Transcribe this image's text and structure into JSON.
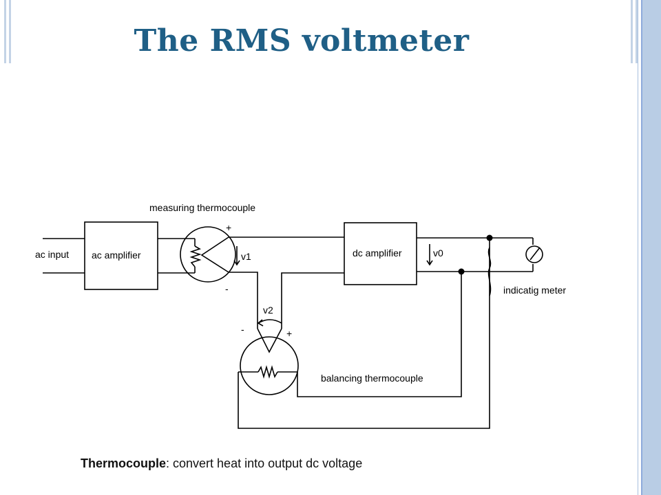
{
  "slide": {
    "title": "The RMS voltmeter",
    "caption_term": "Thermocouple",
    "caption_text": ": convert heat into output dc voltage"
  },
  "diagram": {
    "labels": {
      "ac_input": "ac input",
      "ac_amplifier": "ac amplifier",
      "measuring_thermocouple": "measuring thermocouple",
      "v1": "v1",
      "dc_amplifier": "dc amplifier",
      "v0": "v0",
      "v2": "v2",
      "indicating_meter": "indicatig meter",
      "balancing_thermocouple": "balancing thermocouple",
      "plus": "+",
      "minus": "-"
    }
  }
}
